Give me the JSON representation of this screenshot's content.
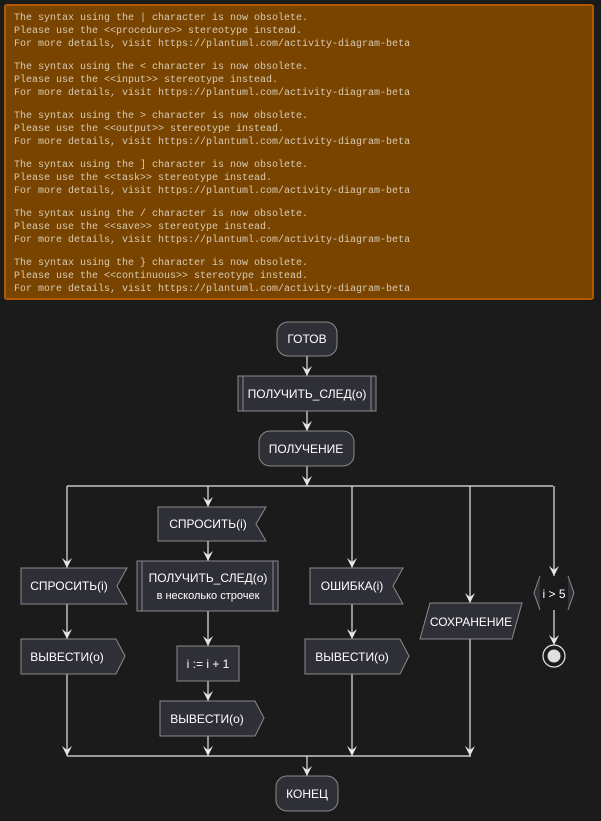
{
  "warnings": [
    {
      "lines": [
        "The syntax using the | character is now obsolete.",
        "Please use the <<procedure>> stereotype instead.",
        "For more details, visit https://plantuml.com/activity-diagram-beta"
      ]
    },
    {
      "lines": [
        "The syntax using the < character is now obsolete.",
        "Please use the <<input>> stereotype instead.",
        "For more details, visit https://plantuml.com/activity-diagram-beta"
      ]
    },
    {
      "lines": [
        "The syntax using the > character is now obsolete.",
        "Please use the <<output>> stereotype instead.",
        "For more details, visit https://plantuml.com/activity-diagram-beta"
      ]
    },
    {
      "lines": [
        "The syntax using the ] character is now obsolete.",
        "Please use the <<task>> stereotype instead.",
        "For more details, visit https://plantuml.com/activity-diagram-beta"
      ]
    },
    {
      "lines": [
        "The syntax using the / character is now obsolete.",
        "Please use the <<save>> stereotype instead.",
        "For more details, visit https://plantuml.com/activity-diagram-beta"
      ]
    },
    {
      "lines": [
        "The syntax using the } character is now obsolete.",
        "Please use the <<continuous>> stereotype instead.",
        "For more details, visit https://plantuml.com/activity-diagram-beta"
      ]
    }
  ],
  "colors": {
    "background": "#1b1b1b",
    "warning_fill": "#784400",
    "warning_border": "#b35a00",
    "warning_text": "#d9cbb3",
    "node_fill": "#2f2f38",
    "node_border": "#8a8a8a",
    "edge": "#e6e6e6"
  },
  "diagram": {
    "start": "ГОТОВ",
    "procedure_top": "ПОЛУЧИТЬ_СЛЕД(o)",
    "receive": "ПОЛУЧЕНИЕ",
    "branch1": {
      "input": "СПРОСИТЬ(i)",
      "output": "ВЫВЕСТИ(o)"
    },
    "branch2": {
      "input": "СПРОСИТЬ(i)",
      "procedure_line1": "ПОЛУЧИТЬ_СЛЕД(o)",
      "procedure_line2": "в несколько строчек",
      "task": "i := i + 1",
      "output": "ВЫВЕСТИ(o)"
    },
    "branch3": {
      "input": "ОШИБКА(i)",
      "output": "ВЫВЕСТИ(o)"
    },
    "branch4": {
      "save": "СОХРАНЕНИЕ"
    },
    "branch5": {
      "continuous": "i > 5",
      "end": "stop"
    },
    "end": "КОНЕЦ"
  }
}
